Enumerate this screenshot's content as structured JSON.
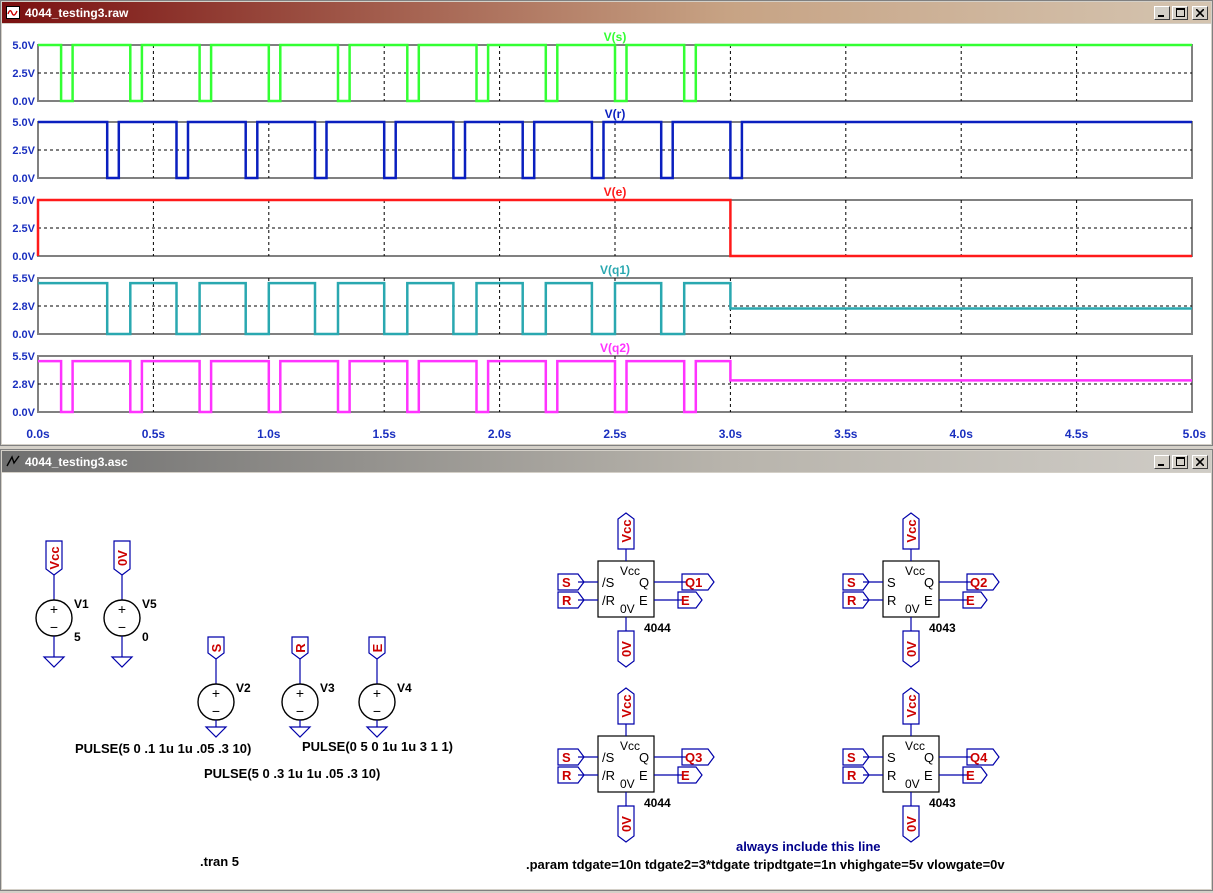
{
  "waveform_window": {
    "title": "4044_testing3.raw"
  },
  "schematic_window": {
    "title": "4044_testing3.asc"
  },
  "colors": {
    "grid": "#808080",
    "axis_text": "#1a2fbf",
    "trace_s": "#33ff33",
    "trace_r": "#0a1fbf",
    "trace_e": "#ff1a1a",
    "trace_q1": "#2aa8b0",
    "trace_q2": "#ff33ff",
    "wire": "#0000aa",
    "net_label": "#cc0000",
    "comment": "#00008b"
  },
  "chart_data": {
    "type": "line",
    "x_range": [
      0,
      5
    ],
    "x_ticks": [
      "0.0s",
      "0.5s",
      "1.0s",
      "1.5s",
      "2.0s",
      "2.5s",
      "3.0s",
      "3.5s",
      "4.0s",
      "4.5s",
      "5.0s"
    ],
    "grid": true,
    "panes": [
      {
        "name": "V(s)",
        "y_ticks": [
          "5.0V",
          "2.5V",
          "0.0V"
        ],
        "y_range": [
          0,
          5
        ],
        "color_key": "trace_s",
        "pulse": {
          "high": 5,
          "low": 0,
          "delay": 0.1,
          "width": 0.05,
          "period": 0.3,
          "cycles": 10
        }
      },
      {
        "name": "V(r)",
        "y_ticks": [
          "5.0V",
          "2.5V",
          "0.0V"
        ],
        "y_range": [
          0,
          5
        ],
        "color_key": "trace_r",
        "pulse": {
          "high": 5,
          "low": 0,
          "delay": 0.3,
          "width": 0.05,
          "period": 0.3,
          "cycles": 10
        }
      },
      {
        "name": "V(e)",
        "y_ticks": [
          "5.0V",
          "2.5V",
          "0.0V"
        ],
        "y_range": [
          0,
          5
        ],
        "color_key": "trace_e",
        "points": [
          [
            0,
            0
          ],
          [
            0,
            5
          ],
          [
            3,
            5
          ],
          [
            3,
            0
          ],
          [
            5,
            0
          ]
        ]
      },
      {
        "name": "V(q1)",
        "y_ticks": [
          "5.5V",
          "2.8V",
          "0.0V"
        ],
        "y_range": [
          0,
          5.5
        ],
        "color_key": "trace_q1",
        "points": [
          [
            0,
            5
          ],
          [
            0.3,
            5
          ],
          [
            0.3,
            0
          ],
          [
            0.4,
            0
          ],
          [
            0.4,
            5
          ],
          [
            0.6,
            5
          ],
          [
            0.6,
            0
          ],
          [
            0.7,
            0
          ],
          [
            0.7,
            5
          ],
          [
            0.9,
            5
          ],
          [
            0.9,
            0
          ],
          [
            1.0,
            0
          ],
          [
            1.0,
            5
          ],
          [
            1.2,
            5
          ],
          [
            1.2,
            0
          ],
          [
            1.3,
            0
          ],
          [
            1.3,
            5
          ],
          [
            1.5,
            5
          ],
          [
            1.5,
            0
          ],
          [
            1.6,
            0
          ],
          [
            1.6,
            5
          ],
          [
            1.8,
            5
          ],
          [
            1.8,
            0
          ],
          [
            1.9,
            0
          ],
          [
            1.9,
            5
          ],
          [
            2.1,
            5
          ],
          [
            2.1,
            0
          ],
          [
            2.2,
            0
          ],
          [
            2.2,
            5
          ],
          [
            2.4,
            5
          ],
          [
            2.4,
            0
          ],
          [
            2.5,
            0
          ],
          [
            2.5,
            5
          ],
          [
            2.7,
            5
          ],
          [
            2.7,
            0
          ],
          [
            2.8,
            0
          ],
          [
            2.8,
            5
          ],
          [
            3.0,
            5
          ],
          [
            3.0,
            2.5
          ],
          [
            5,
            2.5
          ]
        ]
      },
      {
        "name": "V(q2)",
        "y_ticks": [
          "5.5V",
          "2.8V",
          "0.0V"
        ],
        "y_range": [
          0,
          5.5
        ],
        "color_key": "trace_q2",
        "points": [
          [
            0,
            5
          ],
          [
            0.1,
            5
          ],
          [
            0.1,
            0
          ],
          [
            0.15,
            0
          ],
          [
            0.15,
            5
          ],
          [
            0.4,
            5
          ],
          [
            0.4,
            0
          ],
          [
            0.45,
            0
          ],
          [
            0.45,
            5
          ],
          [
            0.7,
            5
          ],
          [
            0.7,
            0
          ],
          [
            0.75,
            0
          ],
          [
            0.75,
            5
          ],
          [
            1.0,
            5
          ],
          [
            1.0,
            0
          ],
          [
            1.05,
            0
          ],
          [
            1.05,
            5
          ],
          [
            1.3,
            5
          ],
          [
            1.3,
            0
          ],
          [
            1.35,
            0
          ],
          [
            1.35,
            5
          ],
          [
            1.6,
            5
          ],
          [
            1.6,
            0
          ],
          [
            1.65,
            0
          ],
          [
            1.65,
            5
          ],
          [
            1.9,
            5
          ],
          [
            1.9,
            0
          ],
          [
            1.95,
            0
          ],
          [
            1.95,
            5
          ],
          [
            2.2,
            5
          ],
          [
            2.2,
            0
          ],
          [
            2.25,
            0
          ],
          [
            2.25,
            5
          ],
          [
            2.5,
            5
          ],
          [
            2.5,
            0
          ],
          [
            2.55,
            0
          ],
          [
            2.55,
            5
          ],
          [
            2.8,
            5
          ],
          [
            2.8,
            0
          ],
          [
            2.85,
            0
          ],
          [
            2.85,
            5
          ],
          [
            3.0,
            5
          ],
          [
            3.0,
            3.1
          ],
          [
            5,
            3.1
          ]
        ]
      }
    ]
  },
  "schematic": {
    "power_sources": [
      {
        "name": "V1",
        "value": "5",
        "net": "Vcc"
      },
      {
        "name": "V5",
        "value": "0",
        "net": "0V"
      }
    ],
    "pulse_sources": [
      {
        "name": "V2",
        "net": "S"
      },
      {
        "name": "V3",
        "net": "R"
      },
      {
        "name": "V4",
        "net": "E"
      }
    ],
    "pulse_texts": [
      "PULSE(5 0 .1 1u 1u .05 .3 10)",
      "PULSE(0 5 0 1u 1u 3 1 1)",
      "PULSE(5 0 .3 1u 1u .05 .3 10)"
    ],
    "chips": [
      {
        "part": "4044",
        "in_top": "/S",
        "in_bottom": "/R",
        "vcc": "Vcc",
        "gnd": "0V",
        "out_q": "Q",
        "out_e": "E",
        "net_s": "S",
        "net_r": "R",
        "net_vcc": "Vcc",
        "net_gnd": "0V",
        "net_q": "Q1",
        "net_e": "E"
      },
      {
        "part": "4043",
        "in_top": "S",
        "in_bottom": "R",
        "vcc": "Vcc",
        "gnd": "0V",
        "out_q": "Q",
        "out_e": "E",
        "net_s": "S",
        "net_r": "R",
        "net_vcc": "Vcc",
        "net_gnd": "0V",
        "net_q": "Q2",
        "net_e": "E"
      },
      {
        "part": "4044",
        "in_top": "/S",
        "in_bottom": "/R",
        "vcc": "Vcc",
        "gnd": "0V",
        "out_q": "Q",
        "out_e": "E",
        "net_s": "S",
        "net_r": "R",
        "net_vcc": "Vcc",
        "net_gnd": "0V",
        "net_q": "Q3",
        "net_e": "E"
      },
      {
        "part": "4043",
        "in_top": "S",
        "in_bottom": "R",
        "vcc": "Vcc",
        "gnd": "0V",
        "out_q": "Q",
        "out_e": "E",
        "net_s": "S",
        "net_r": "R",
        "net_vcc": "Vcc",
        "net_gnd": "0V",
        "net_q": "Q4",
        "net_e": "E"
      }
    ],
    "tran": ".tran 5",
    "comment": "always include this line",
    "param": ".param tdgate=10n tdgate2=3*tdgate tripdtgate=1n vhighgate=5v vlowgate=0v"
  }
}
